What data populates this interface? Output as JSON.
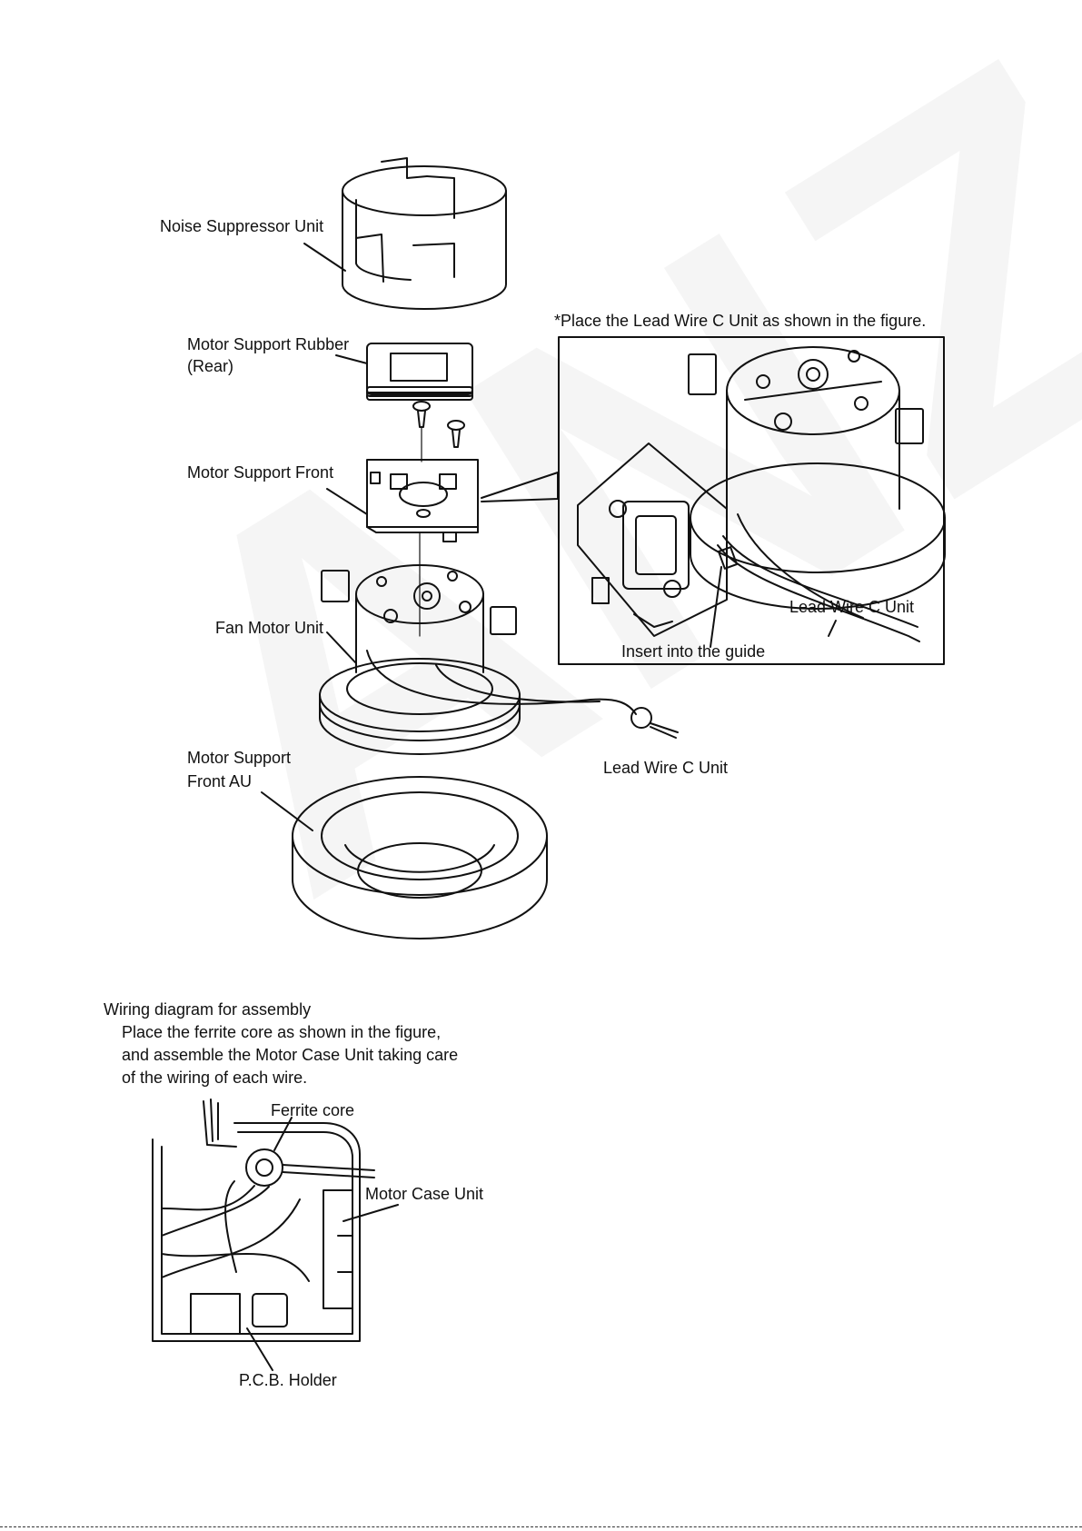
{
  "exploded_view": {
    "labels": {
      "noise_suppressor_unit": "Noise Suppressor Unit",
      "motor_support_rubber_line1": "Motor Support Rubber",
      "motor_support_rubber_line2": "(Rear)",
      "motor_support_front": "Motor Support Front",
      "fan_motor_unit": "Fan Motor Unit",
      "motor_support_front_au_line1": "Motor Support",
      "motor_support_front_au_line2": "Front AU",
      "lead_wire_c_unit": "Lead Wire C Unit"
    }
  },
  "detail_view": {
    "note": "*Place the Lead Wire C Unit as shown in the figure.",
    "labels": {
      "lead_wire_c_unit": "Lead Wire C Unit",
      "insert_into_guide": "Insert into the guide"
    }
  },
  "wiring_section": {
    "heading": "Wiring diagram for assembly",
    "instruction_lines": [
      "Place the ferrite core as shown in the figure,",
      "and assemble the Motor Case Unit taking care",
      "of the wiring of each wire."
    ],
    "labels": {
      "ferrite_core": "Ferrite core",
      "motor_case_unit": "Motor Case Unit",
      "pcb_holder": "P.C.B. Holder"
    }
  },
  "watermark_text": "ANZ PDO"
}
